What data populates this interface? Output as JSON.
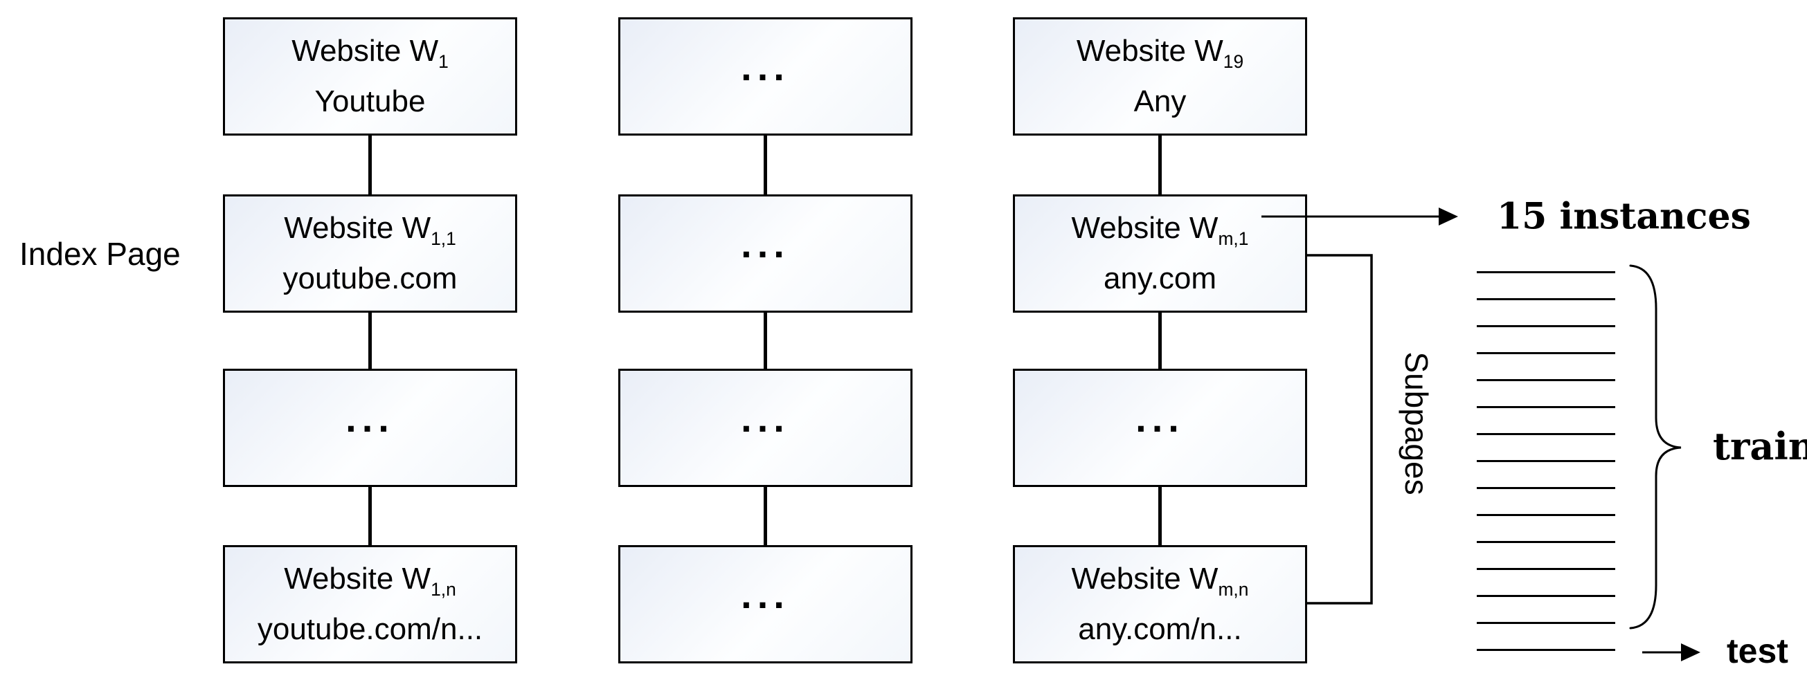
{
  "diagram": {
    "row_label": "Index Page",
    "columns": [
      {
        "name": "youtube-column",
        "boxes": [
          {
            "line1": "Website W",
            "sub": "1",
            "line2": "Youtube"
          },
          {
            "line1": "Website W",
            "sub": "1,1",
            "line2": "youtube.com"
          },
          {
            "dots": "..."
          },
          {
            "line1": "Website W",
            "sub": "1,n",
            "line2": "youtube.com/n..."
          }
        ]
      },
      {
        "name": "ellipsis-column",
        "boxes": [
          {
            "dots": "..."
          },
          {
            "dots": "..."
          },
          {
            "dots": "..."
          },
          {
            "dots": "..."
          }
        ]
      },
      {
        "name": "any-column",
        "boxes": [
          {
            "line1": "Website W",
            "sub": "19",
            "line2": "Any"
          },
          {
            "line1": "Website W",
            "sub": "m,1",
            "line2": "any.com"
          },
          {
            "dots": "..."
          },
          {
            "line1": "Website W",
            "sub": "m,n",
            "line2": "any.com/n..."
          }
        ]
      }
    ],
    "annotations": {
      "instances_label": "15 instances",
      "subpages_label": "Subpages",
      "train_label": "train",
      "test_label": "test"
    },
    "instance_lines": {
      "count": 15,
      "train_count": 14,
      "test_count": 1
    },
    "colors": {
      "stroke": "#000000",
      "text": "#000000",
      "box_fill_light": "#e9eef7",
      "box_fill_white": "#ffffff"
    }
  }
}
